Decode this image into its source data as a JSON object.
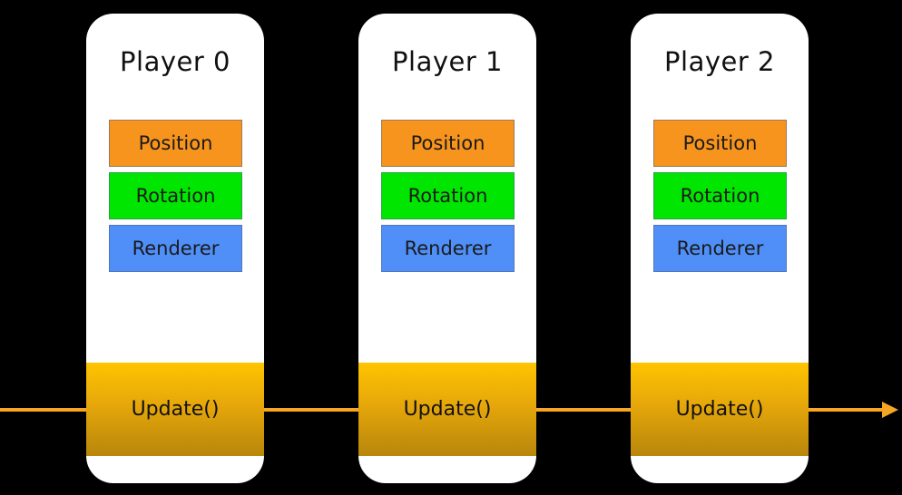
{
  "players": [
    {
      "title": "Player 0",
      "components": [
        {
          "label": "Position",
          "color": "#f7941d"
        },
        {
          "label": "Rotation",
          "color": "#00e600"
        },
        {
          "label": "Renderer",
          "color": "#4f8ff7"
        }
      ],
      "update_label": "Update()"
    },
    {
      "title": "Player 1",
      "components": [
        {
          "label": "Position",
          "color": "#f7941d"
        },
        {
          "label": "Rotation",
          "color": "#00e600"
        },
        {
          "label": "Renderer",
          "color": "#4f8ff7"
        }
      ],
      "update_label": "Update()"
    },
    {
      "title": "Player 2",
      "components": [
        {
          "label": "Position",
          "color": "#f7941d"
        },
        {
          "label": "Rotation",
          "color": "#00e600"
        },
        {
          "label": "Renderer",
          "color": "#4f8ff7"
        }
      ],
      "update_label": "Update()"
    }
  ],
  "colors": {
    "background": "#000000",
    "timeline": "#f5a623",
    "update_block": "#ffc400"
  }
}
